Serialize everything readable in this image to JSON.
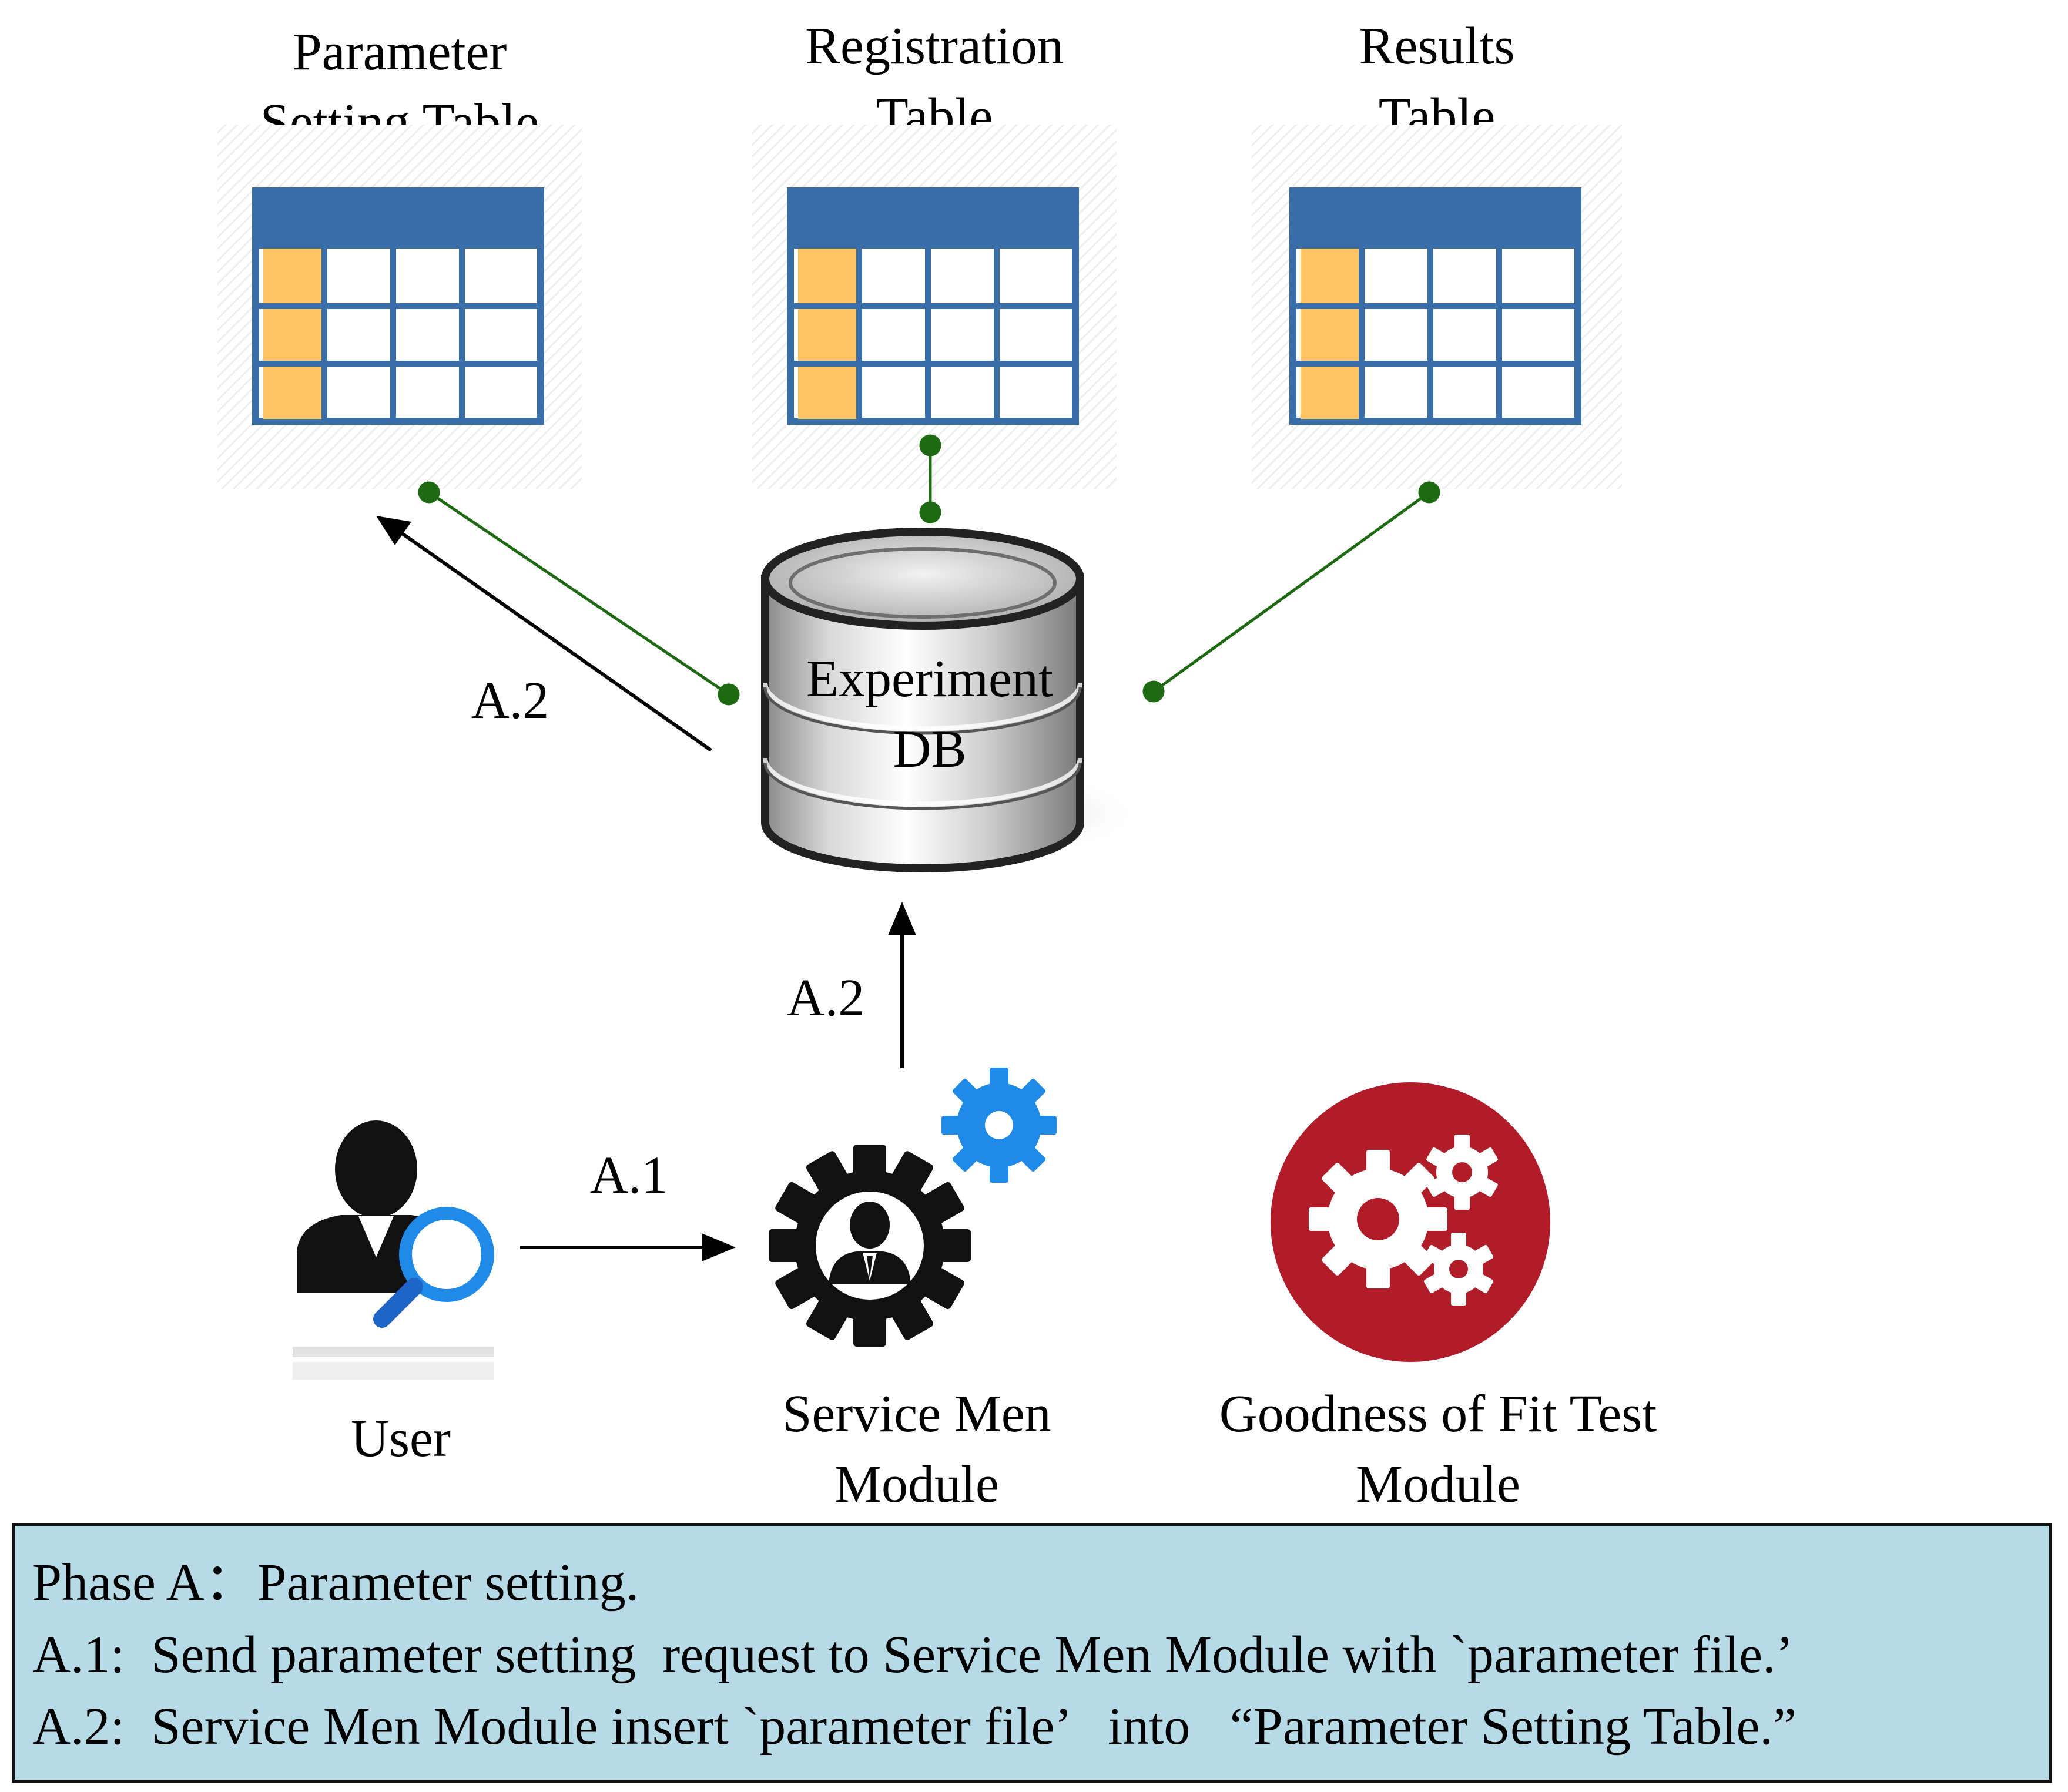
{
  "tables": [
    {
      "label_lines": [
        "Parameter",
        "Setting Table"
      ]
    },
    {
      "label_lines": [
        "Registration",
        "Table"
      ]
    },
    {
      "label_lines": [
        "Results",
        "Table"
      ]
    }
  ],
  "database": {
    "label_lines": [
      "Experiment",
      "DB"
    ]
  },
  "arrows": {
    "db_to_param_table": "A.2",
    "module_to_db": "A.2",
    "user_to_module": "A.1"
  },
  "nodes": {
    "user": "User",
    "service_module": [
      "Service Men",
      "Module"
    ],
    "gof_module": [
      "Goodness of Fit Test",
      "Module"
    ]
  },
  "legend": {
    "title": "Phase A：Parameter setting.",
    "line1": "A.1:  Send parameter setting  request to Service Men Module with `parameter file.’",
    "line2": "A.2:  Service Men Module insert `parameter file’   into   “Parameter Setting Table.”"
  },
  "colors": {
    "table_blue": "#3a6ea8",
    "table_orange": "#ffc466",
    "connector_green": "#1e6a12",
    "gear_blue": "#1f8ae8",
    "gof_red": "#b01c28",
    "legend_bg": "#b6dae6"
  },
  "icons": [
    "table-icon",
    "database-icon",
    "user-search-icon",
    "gear-person-icon",
    "gear-icon",
    "gears-icon"
  ]
}
